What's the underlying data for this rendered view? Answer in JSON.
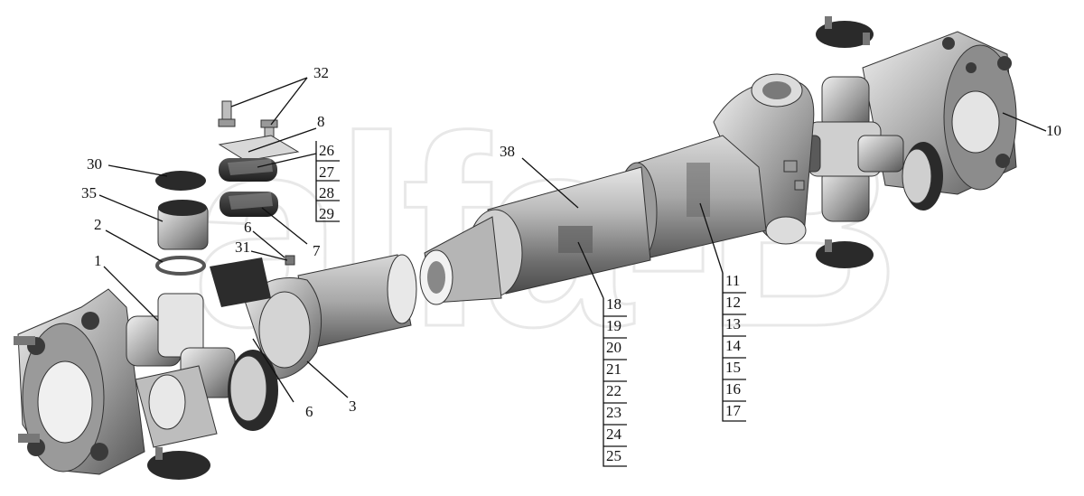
{
  "watermark": "alfa-B",
  "labels": {
    "l32": "32",
    "l8": "8",
    "l26": "26",
    "l27": "27",
    "l28": "28",
    "l29": "29",
    "l30": "30",
    "l35": "35",
    "l2": "2",
    "l1": "1",
    "l6a": "6",
    "l31": "31",
    "l7": "7",
    "l6b": "6",
    "l3": "3",
    "l38": "38",
    "l10": "10",
    "l11": "11",
    "l12": "12",
    "l13": "13",
    "l14": "14",
    "l15": "15",
    "l16": "16",
    "l17": "17",
    "l18": "18",
    "l19": "19",
    "l20": "20",
    "l21": "21",
    "l22": "22",
    "l23": "23",
    "l24": "24",
    "l25": "25"
  }
}
